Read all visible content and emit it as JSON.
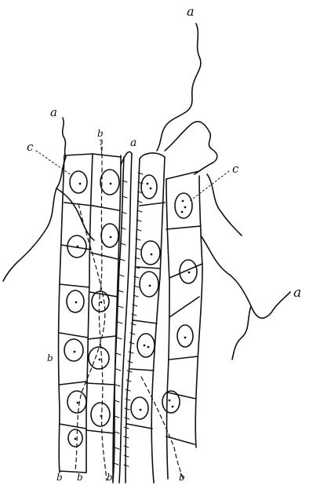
{
  "figure": {
    "labels": {
      "a_top": "a",
      "a_left": "a",
      "a_mid": "a",
      "a_right": "a",
      "c_left": "c",
      "c_right": "c",
      "b_top": "b",
      "b_mid": "b",
      "b_bottom_1": "b",
      "b_bottom_2": "b",
      "b_bottom_3": "b",
      "b_bottom_right": "b"
    },
    "colors": {
      "ink": "#111111",
      "background": "#ffffff"
    }
  }
}
